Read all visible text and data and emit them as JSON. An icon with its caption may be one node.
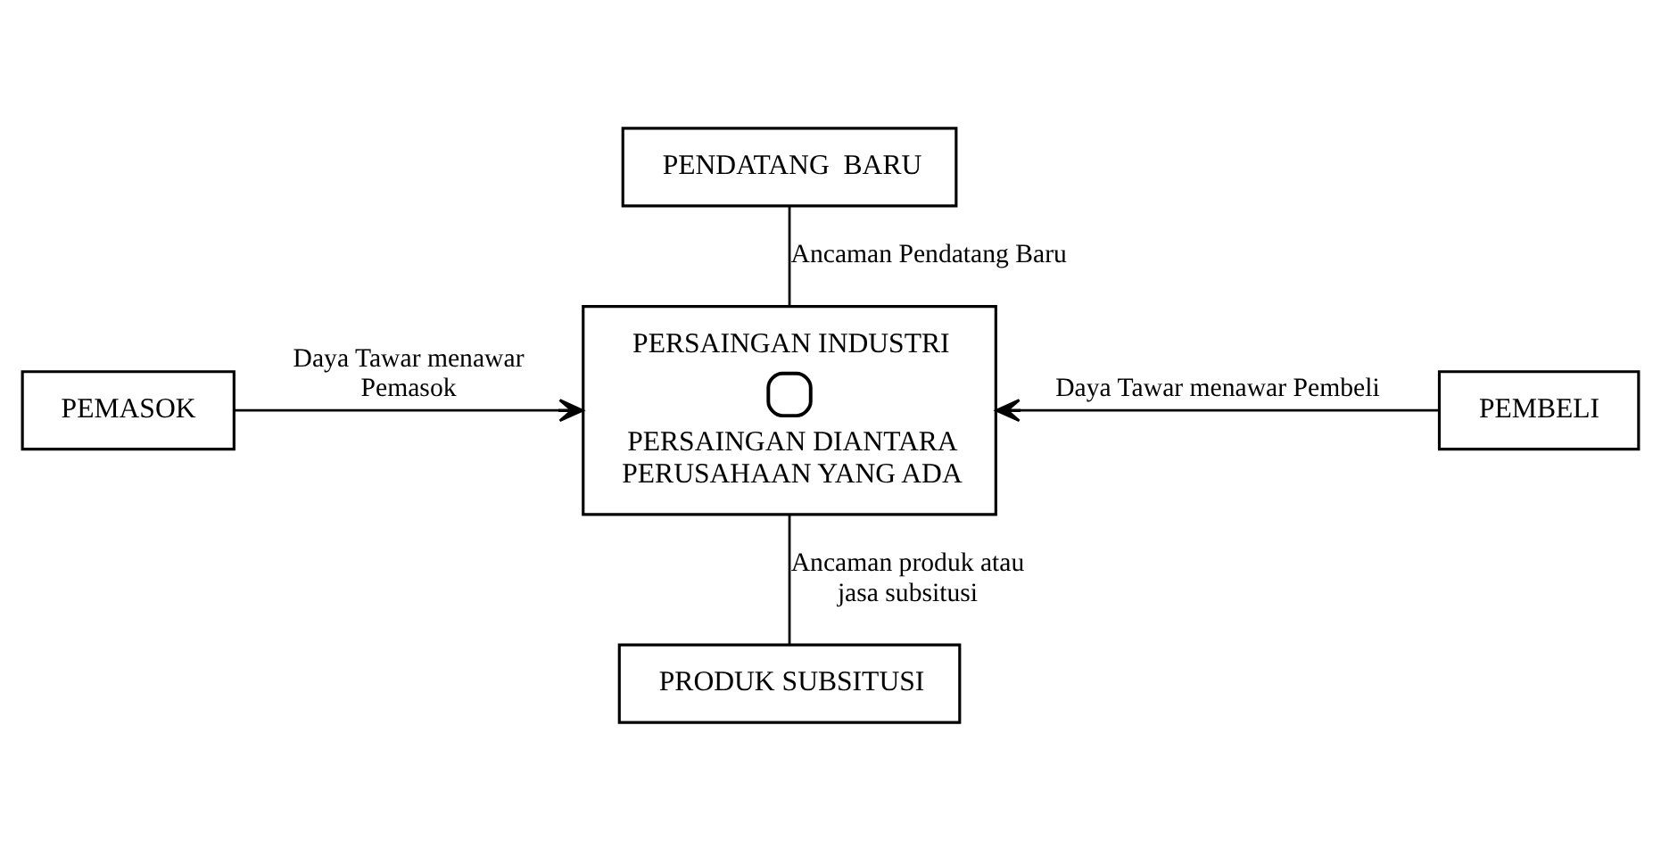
{
  "diagram": {
    "nodes": [
      {
        "text": [
          "PENDATANG  BARU"
        ]
      },
      {
        "text": [
          "PEMASOK"
        ]
      },
      {
        "text": [
          "PERSAINGAN INDUSTRI",
          "PERSAINGAN DIANTARA PERUSAHAAN YANG ADA"
        ]
      },
      {
        "text": [
          "PEMBELI"
        ]
      },
      {
        "text": [
          "PRODUK SUBSITUSI"
        ]
      }
    ],
    "edges": [
      {
        "from": 0,
        "to": 2,
        "arrow": "none",
        "label": "Ancaman Pendatang Baru"
      },
      {
        "from": 1,
        "to": 2,
        "arrow": "to",
        "label": "Daya Tawar menawar Pemasok"
      },
      {
        "from": 3,
        "to": 2,
        "arrow": "to",
        "label": "Daya Tawar menawar Pembeli"
      },
      {
        "from": 2,
        "to": 4,
        "arrow": "none",
        "label": "Ancaman produk atau jasa subsitusi"
      }
    ]
  }
}
